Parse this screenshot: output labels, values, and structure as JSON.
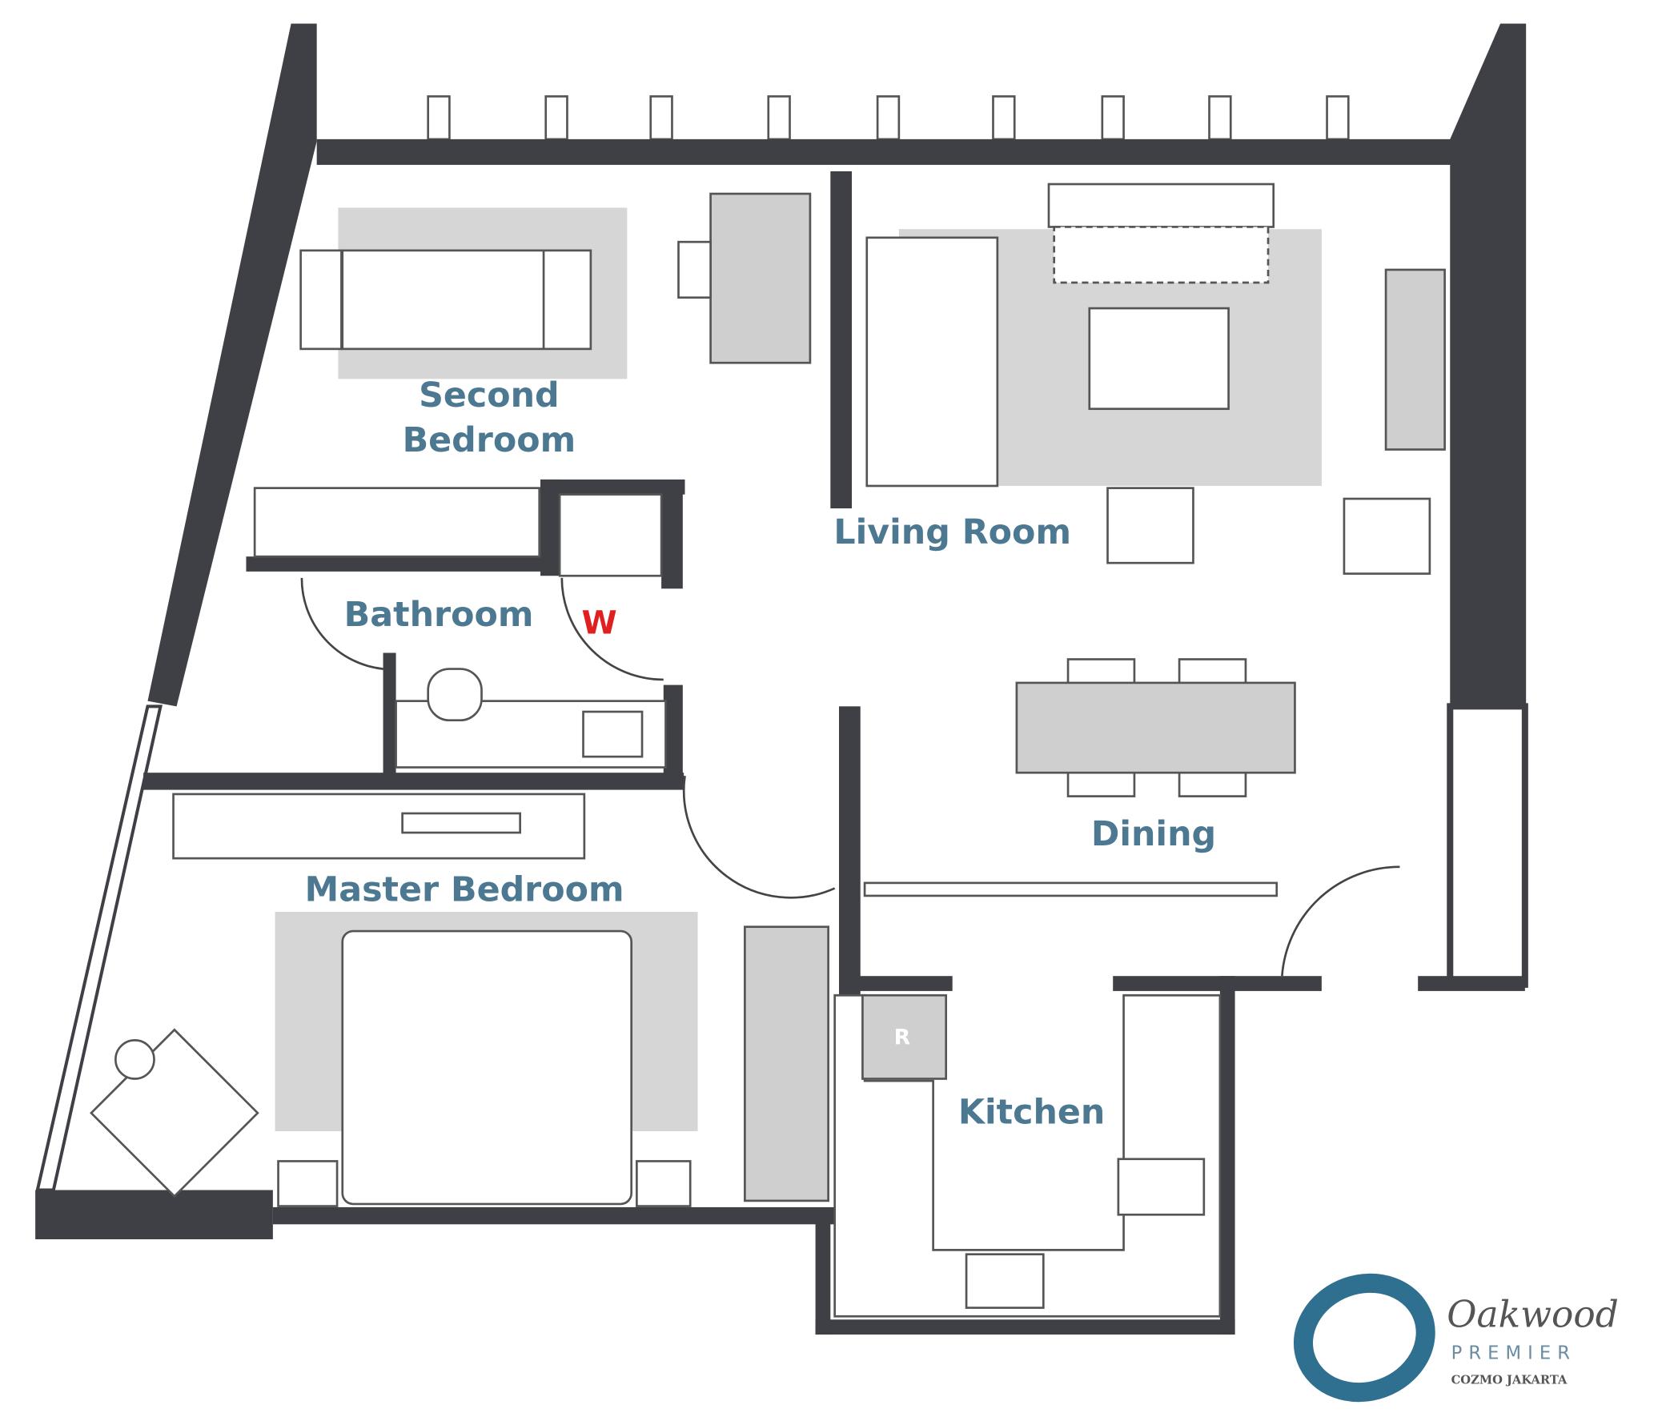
{
  "rooms": {
    "second_bedroom_line1": "Second",
    "second_bedroom_line2": "Bedroom",
    "living_room": "Living Room",
    "bathroom": "Bathroom",
    "dining": "Dining",
    "master_bedroom": "Master Bedroom",
    "kitchen": "Kitchen"
  },
  "markers": {
    "wardrobe": "W",
    "refrigerator": "R"
  },
  "logo": {
    "brand": "Oakwood",
    "tier": "PREMIER",
    "property": "COZMO JAKARTA"
  },
  "colors": {
    "wall": "#3e4045",
    "label": "#4d7891",
    "marker_w": "#e02020",
    "logo_blue": "#2f6f8f"
  }
}
